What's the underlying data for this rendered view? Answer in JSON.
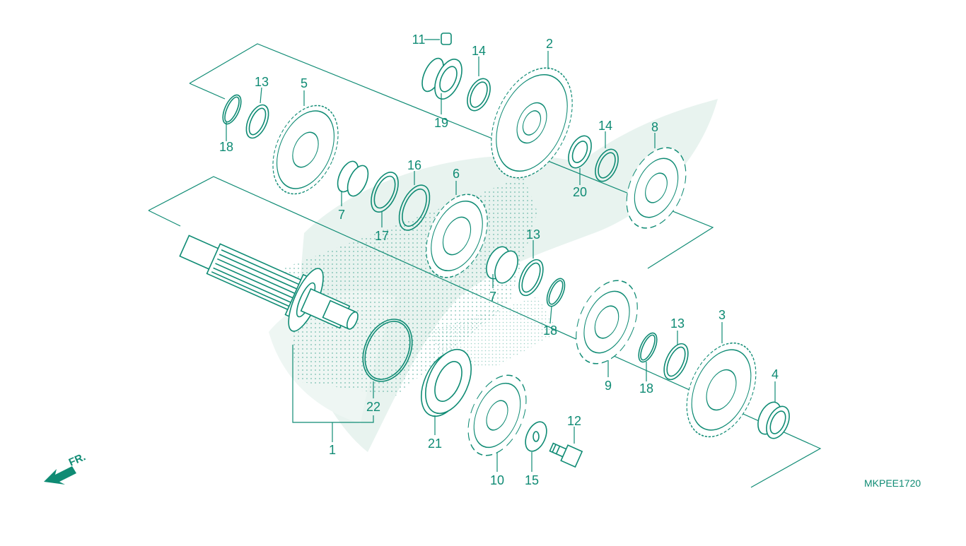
{
  "diagram": {
    "diagram_code": "MKPEE1720",
    "direction_indicator": "FR.",
    "colors": {
      "ink": "#0f8b74",
      "background": "#ffffff",
      "watermark": "#e8f3ef"
    }
  },
  "callouts": [
    {
      "id": "c1",
      "text": "1"
    },
    {
      "id": "c2",
      "text": "2"
    },
    {
      "id": "c3",
      "text": "3"
    },
    {
      "id": "c4",
      "text": "4"
    },
    {
      "id": "c5",
      "text": "5"
    },
    {
      "id": "c6",
      "text": "6"
    },
    {
      "id": "c7a",
      "text": "7"
    },
    {
      "id": "c7b",
      "text": "7"
    },
    {
      "id": "c8",
      "text": "8"
    },
    {
      "id": "c9",
      "text": "9"
    },
    {
      "id": "c10",
      "text": "10"
    },
    {
      "id": "c11",
      "text": "11"
    },
    {
      "id": "c12",
      "text": "12"
    },
    {
      "id": "c13a",
      "text": "13"
    },
    {
      "id": "c13b",
      "text": "13"
    },
    {
      "id": "c13c",
      "text": "13"
    },
    {
      "id": "c14a",
      "text": "14"
    },
    {
      "id": "c14b",
      "text": "14"
    },
    {
      "id": "c15",
      "text": "15"
    },
    {
      "id": "c16",
      "text": "16"
    },
    {
      "id": "c17",
      "text": "17"
    },
    {
      "id": "c18a",
      "text": "18"
    },
    {
      "id": "c18b",
      "text": "18"
    },
    {
      "id": "c18c",
      "text": "18"
    },
    {
      "id": "c19",
      "text": "19"
    },
    {
      "id": "c20",
      "text": "20"
    },
    {
      "id": "c21",
      "text": "21"
    },
    {
      "id": "c22",
      "text": "22"
    }
  ]
}
